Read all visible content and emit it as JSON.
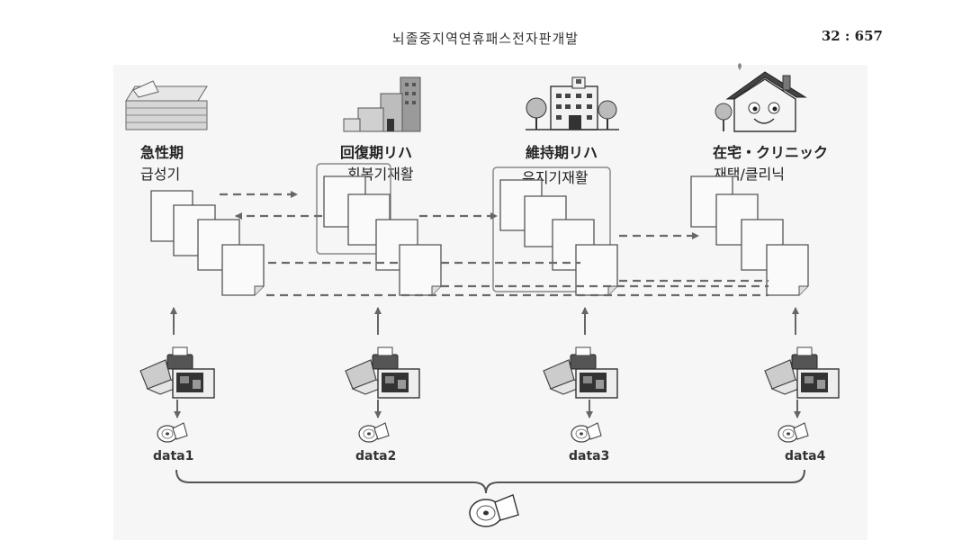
{
  "header": {
    "title": "뇌졸중지역연휴패스전자판개발",
    "page_number": "32 : 657"
  },
  "stages": [
    {
      "jp_label": "急性期",
      "kr_label": "급성기",
      "illustration": "hospital-stack-icon"
    },
    {
      "jp_label": "回復期リハ",
      "kr_label": "회복기재활",
      "illustration": "factory-building-icon"
    },
    {
      "jp_label": "維持期リハ",
      "kr_label": "유지기재활",
      "illustration": "city-building-icon"
    },
    {
      "jp_label": "在宅・クリニック",
      "kr_label": "재택/클리닉",
      "illustration": "smiling-house-icon"
    }
  ],
  "data_labels": [
    "data1",
    "data2",
    "data3",
    "data4"
  ],
  "icons": {
    "computer": "computer-with-printer-icon",
    "disc": "cd-disc-icon",
    "merged_disc": "merged-cd-disc-icon"
  }
}
